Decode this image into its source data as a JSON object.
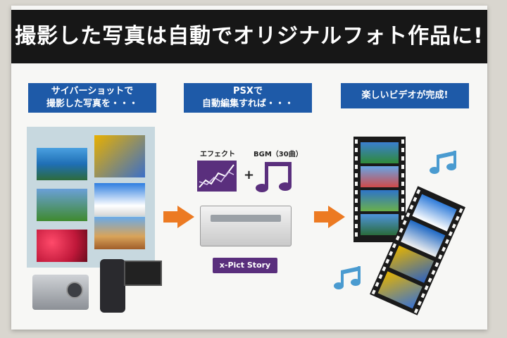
{
  "headline": "撮影した写真は自動でオリジナルフォト作品に!",
  "steps": [
    {
      "line1": "サイバーショットで",
      "line2": "撮影した写真を・・・"
    },
    {
      "line1": "PSXで",
      "line2": "自動編集すれば・・・"
    },
    {
      "line1": "楽しいビデオが完成!",
      "line2": ""
    }
  ],
  "labels": {
    "effect": "エフェクト",
    "bgm": "BGM（30曲）",
    "plus": "+",
    "product": "x-Pict Story"
  },
  "colors": {
    "headline_bg": "#171717",
    "step_bg": "#1e5aa8",
    "arrow": "#ec7a22",
    "purple": "#5a2f7d",
    "note": "#4a9bd0"
  },
  "icons": [
    "music-note-icon",
    "arrow-right-icon",
    "effect-chart-icon",
    "camera-icon"
  ]
}
